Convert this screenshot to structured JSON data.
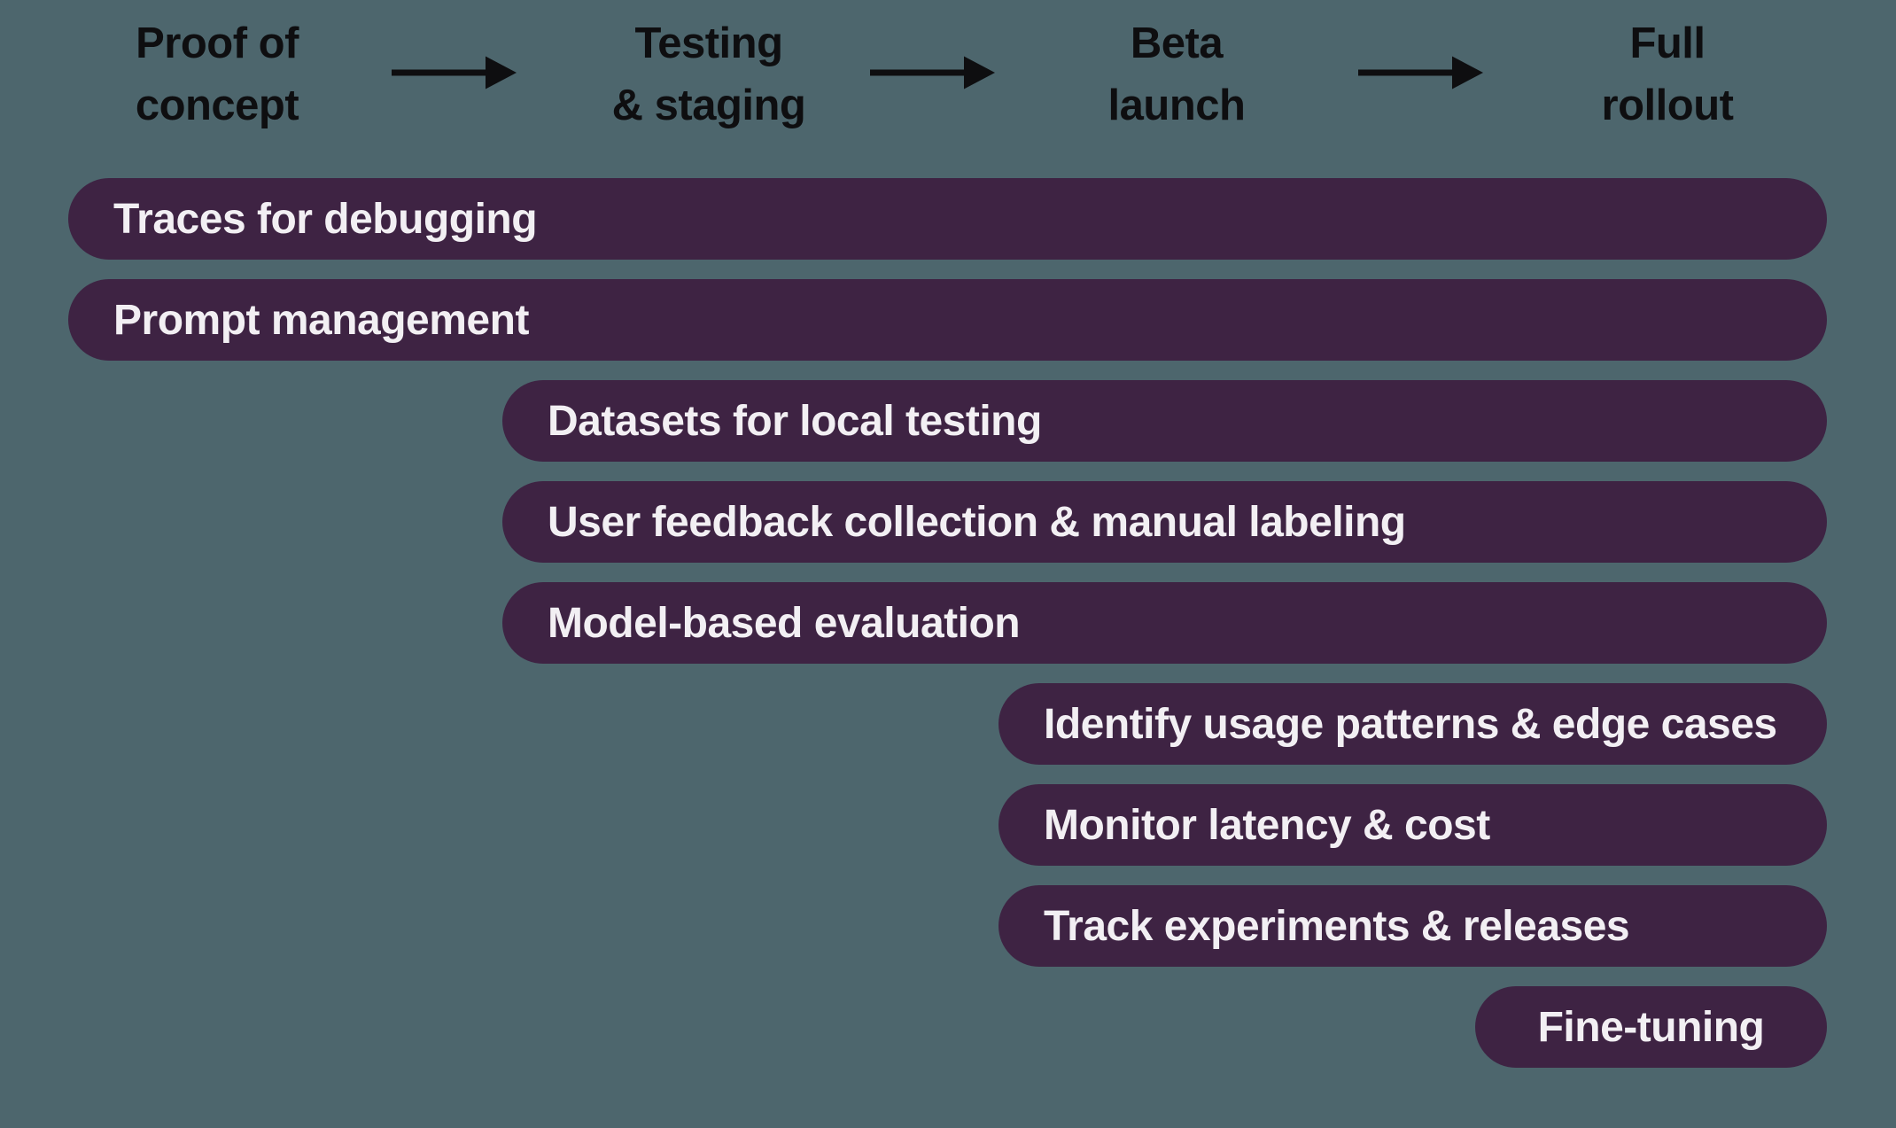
{
  "colors": {
    "background": "#4d666d",
    "bar_fill": "#3e2343",
    "bar_text": "#f2eff3",
    "header_text": "#0e0e10"
  },
  "phases": {
    "items": [
      {
        "label": "Proof of\nconcept"
      },
      {
        "label": "Testing\n& staging"
      },
      {
        "label": "Beta\nlaunch"
      },
      {
        "label": "Full\nrollout"
      }
    ]
  },
  "bars": {
    "items": [
      {
        "label": "Traces for debugging",
        "start_phase": "Proof of concept",
        "end_phase": "Full rollout"
      },
      {
        "label": "Prompt management",
        "start_phase": "Proof of concept",
        "end_phase": "Full rollout"
      },
      {
        "label": "Datasets for local testing",
        "start_phase": "Testing & staging",
        "end_phase": "Full rollout"
      },
      {
        "label": "User feedback collection & manual labeling",
        "start_phase": "Testing & staging",
        "end_phase": "Full rollout"
      },
      {
        "label": "Model-based evaluation",
        "start_phase": "Testing & staging",
        "end_phase": "Full rollout"
      },
      {
        "label": "Identify usage patterns & edge cases",
        "start_phase": "Beta launch",
        "end_phase": "Full rollout"
      },
      {
        "label": "Monitor latency & cost",
        "start_phase": "Beta launch",
        "end_phase": "Full rollout"
      },
      {
        "label": "Track experiments & releases",
        "start_phase": "Beta launch",
        "end_phase": "Full rollout"
      },
      {
        "label": "Fine-tuning",
        "start_phase": "Full rollout",
        "end_phase": "Full rollout"
      }
    ]
  }
}
